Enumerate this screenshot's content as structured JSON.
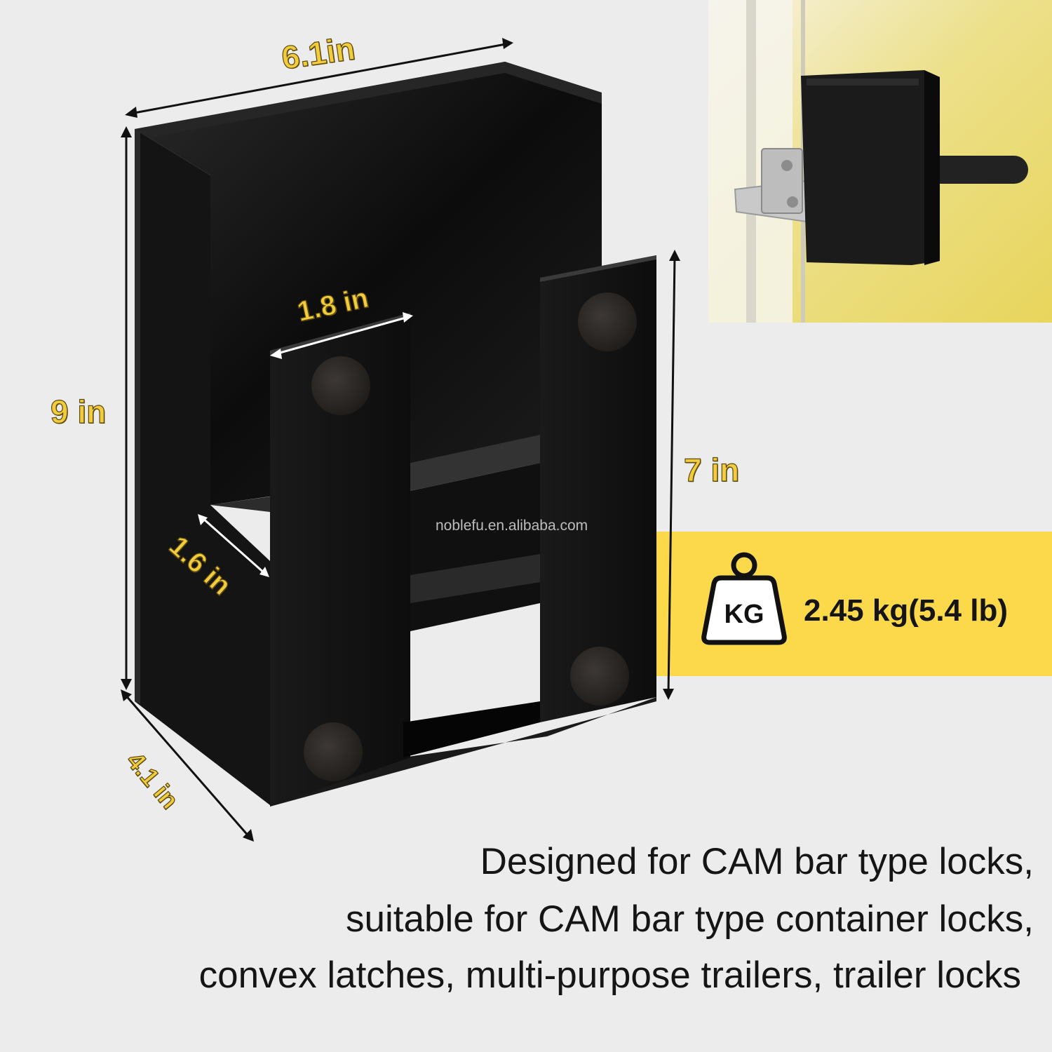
{
  "dimensions": {
    "width_top": "6.1in",
    "height_left": "9 in",
    "slot_width": "1.8 in",
    "slot_depth": "1.6 in",
    "height_right": "7 in",
    "depth_bottom": "4.1 in"
  },
  "weight": {
    "icon_label": "KG",
    "text": "2.45 kg(5.4 lb)"
  },
  "watermark": "noblefu.en.alibaba.com",
  "description": [
    "Designed for CAM bar type locks,",
    "suitable for CAM bar type container locks,",
    "convex latches, multi-purpose trailers, trailer locks"
  ],
  "colors": {
    "background": "#ececec",
    "accent_yellow": "#fbd94a",
    "label_yellow": "#f2cc3d",
    "product_black": "#161616"
  }
}
